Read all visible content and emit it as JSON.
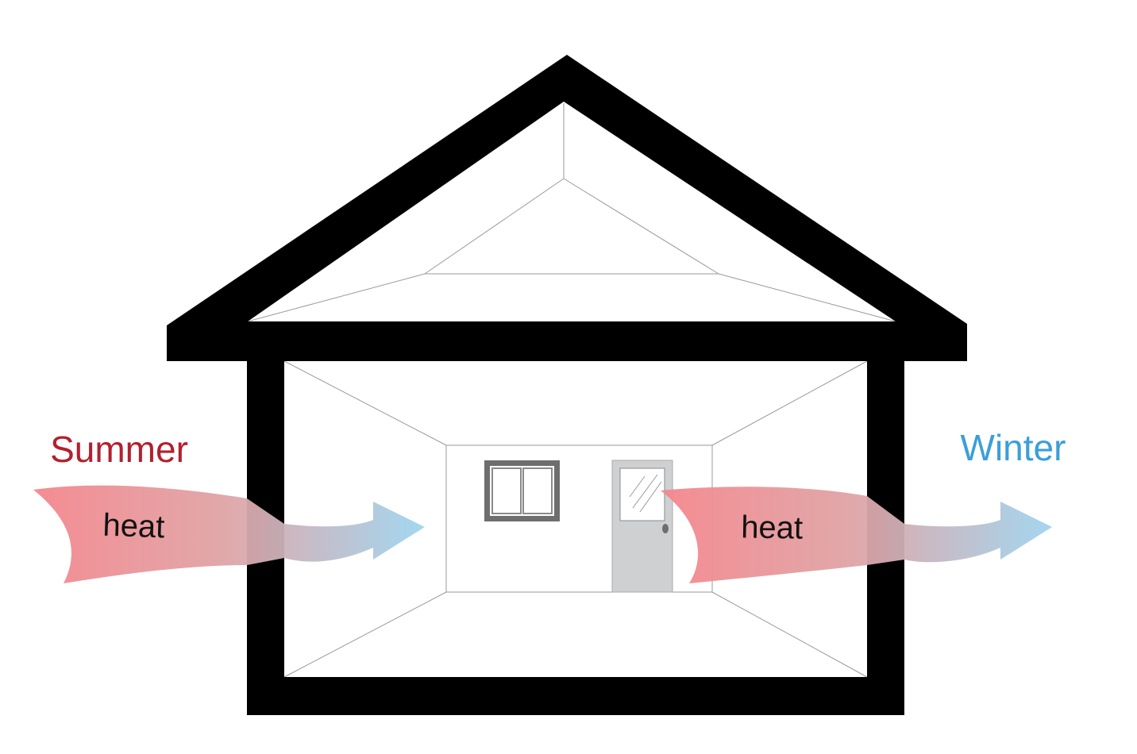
{
  "labels": {
    "summer": "Summer",
    "winter": "Winter",
    "heat_summer": "heat",
    "heat_winter": "heat"
  },
  "colors": {
    "summer": "#b3202e",
    "winter": "#3a9fd8",
    "heat_warm": "#f4868c",
    "heat_cool": "#9fd4ee",
    "wall": "#000000",
    "room_line": "#9a9a9a",
    "window_frame": "#6e6e6e",
    "door": "#cfd0d2"
  },
  "icons": {
    "house": "house-icon",
    "window": "window-icon",
    "door": "door-icon",
    "arrow": "arrow-right-icon"
  }
}
